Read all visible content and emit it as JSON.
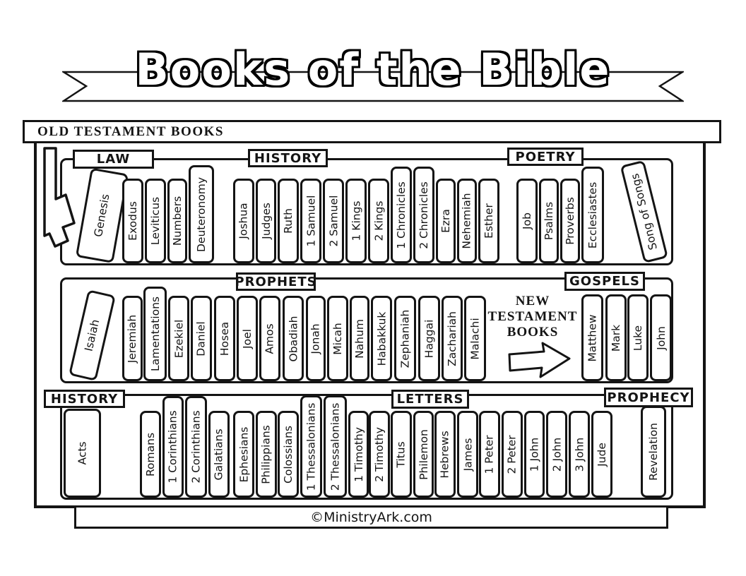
{
  "colors": {
    "ink": "#141414",
    "paper": "#ffffff"
  },
  "banner": {
    "title": "Books of the Bible"
  },
  "header": {
    "old_testament": "OLD TESTAMENT BOOKS"
  },
  "nt_note": {
    "line1": "NEW",
    "line2": "TESTAMENT",
    "line3": "BOOKS"
  },
  "footer": {
    "credit": "©MinistryArk.com"
  },
  "shelf1": {
    "law": {
      "label": "LAW",
      "books": [
        "Genesis",
        "Exodus",
        "Leviticus",
        "Numbers",
        "Deuteronomy"
      ]
    },
    "history": {
      "label": "HISTORY",
      "books": [
        "Joshua",
        "Judges",
        "Ruth",
        "1 Samuel",
        "2 Samuel",
        "1 Kings",
        "2 Kings",
        "1 Chronicles",
        "2 Chronicles",
        "Ezra",
        "Nehemiah",
        "Esther"
      ]
    },
    "poetry": {
      "label": "POETRY",
      "books": [
        "Job",
        "Psalms",
        "Proverbs",
        "Ecclesiastes",
        "Song of Songs"
      ]
    }
  },
  "shelf2": {
    "prophets": {
      "label": "PROPHETS",
      "books": [
        "Isaiah",
        "Jeremiah",
        "Lamentations",
        "Ezekiel",
        "Daniel",
        "Hosea",
        "Joel",
        "Amos",
        "Obadiah",
        "Jonah",
        "Micah",
        "Nahum",
        "Habakkuk",
        "Zephaniah",
        "Haggai",
        "Zachariah",
        "Malachi"
      ]
    },
    "gospels": {
      "label": "GOSPELS",
      "books": [
        "Matthew",
        "Mark",
        "Luke",
        "John"
      ]
    }
  },
  "shelf3": {
    "history": {
      "label": "HISTORY",
      "books": [
        "Acts"
      ]
    },
    "letters": {
      "label": "LETTERS",
      "books": [
        "Romans",
        "1 Corinthians",
        "2 Corinthians",
        "Galatians",
        "Ephesians",
        "Philippians",
        "Colossians",
        "1 Thessalonians",
        "2 Thessalonians",
        "1 Timothy",
        "2 Timothy",
        "Titus",
        "Philemon",
        "Hebrews",
        "James",
        "1 Peter",
        "2 Peter",
        "1 John",
        "2 John",
        "3 John",
        "Jude"
      ]
    },
    "prophecy": {
      "label": "PROPHECY",
      "books": [
        "Revelation"
      ]
    }
  }
}
